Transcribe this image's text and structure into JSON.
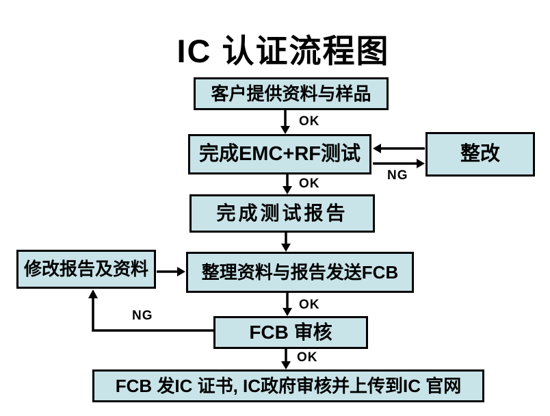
{
  "title": "IC 认证流程图",
  "colors": {
    "background": "#ffffff",
    "node_fill": "#c9e4e9",
    "node_border": "#000000",
    "text": "#000000"
  },
  "nodes": {
    "customer": "客户提供资料与样品",
    "emc_rf_test": "完成EMC+RF测试",
    "rectify": "整改",
    "test_report": "完成测试报告",
    "send_fcb": "整理资料与报告发送FCB",
    "modify_report": "修改报告及资料",
    "fcb_review": "FCB 审核",
    "issue_cert": "FCB 发IC 证书, IC政府审核并上传到IC 官网"
  },
  "edge_labels": {
    "customer_to_emc_ok": "OK",
    "emc_to_report_ok": "OK",
    "emc_to_rectify_ng": "NG",
    "send_to_review_ok": "OK",
    "review_to_modify_ng": "NG",
    "review_to_cert_ok": "OK"
  }
}
